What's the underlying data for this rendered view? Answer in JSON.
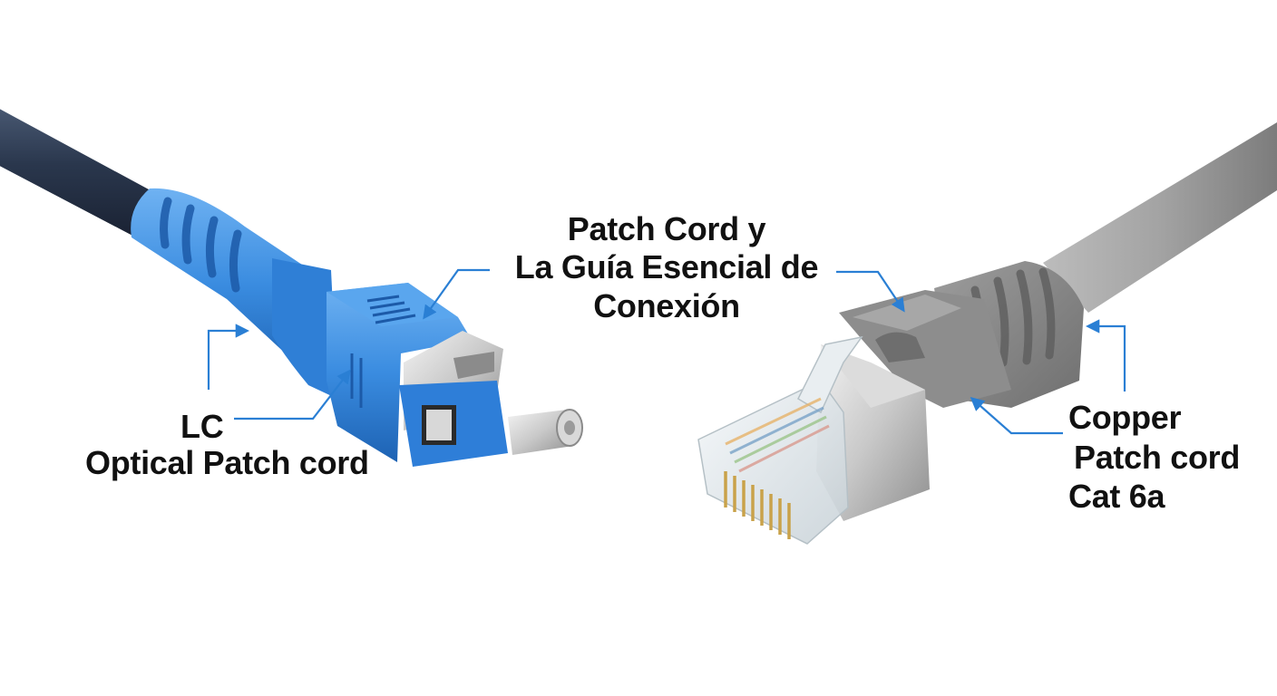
{
  "labels": {
    "title": [
      "Patch Cord y",
      "La Guía Esencial de",
      "Conexión"
    ],
    "lc": "LC",
    "optical": "Optical Patch cord",
    "copper": [
      "Copper",
      "Patch cord",
      "Cat 6a"
    ]
  },
  "colors": {
    "background": "#ffffff",
    "callout": "#2a7fd4",
    "fiber_cable": "#2b3950",
    "fiber_boot": "#3f8fe0",
    "copper_cable": "#9a9a9a",
    "copper_boot": "#858585",
    "gold_pins": "#c9a24a"
  },
  "objects": [
    {
      "name": "lc-fiber-connector",
      "description_icon": "fiber-connector-icon"
    },
    {
      "name": "rj45-copper-connector",
      "description_icon": "rj45-connector-icon"
    }
  ]
}
